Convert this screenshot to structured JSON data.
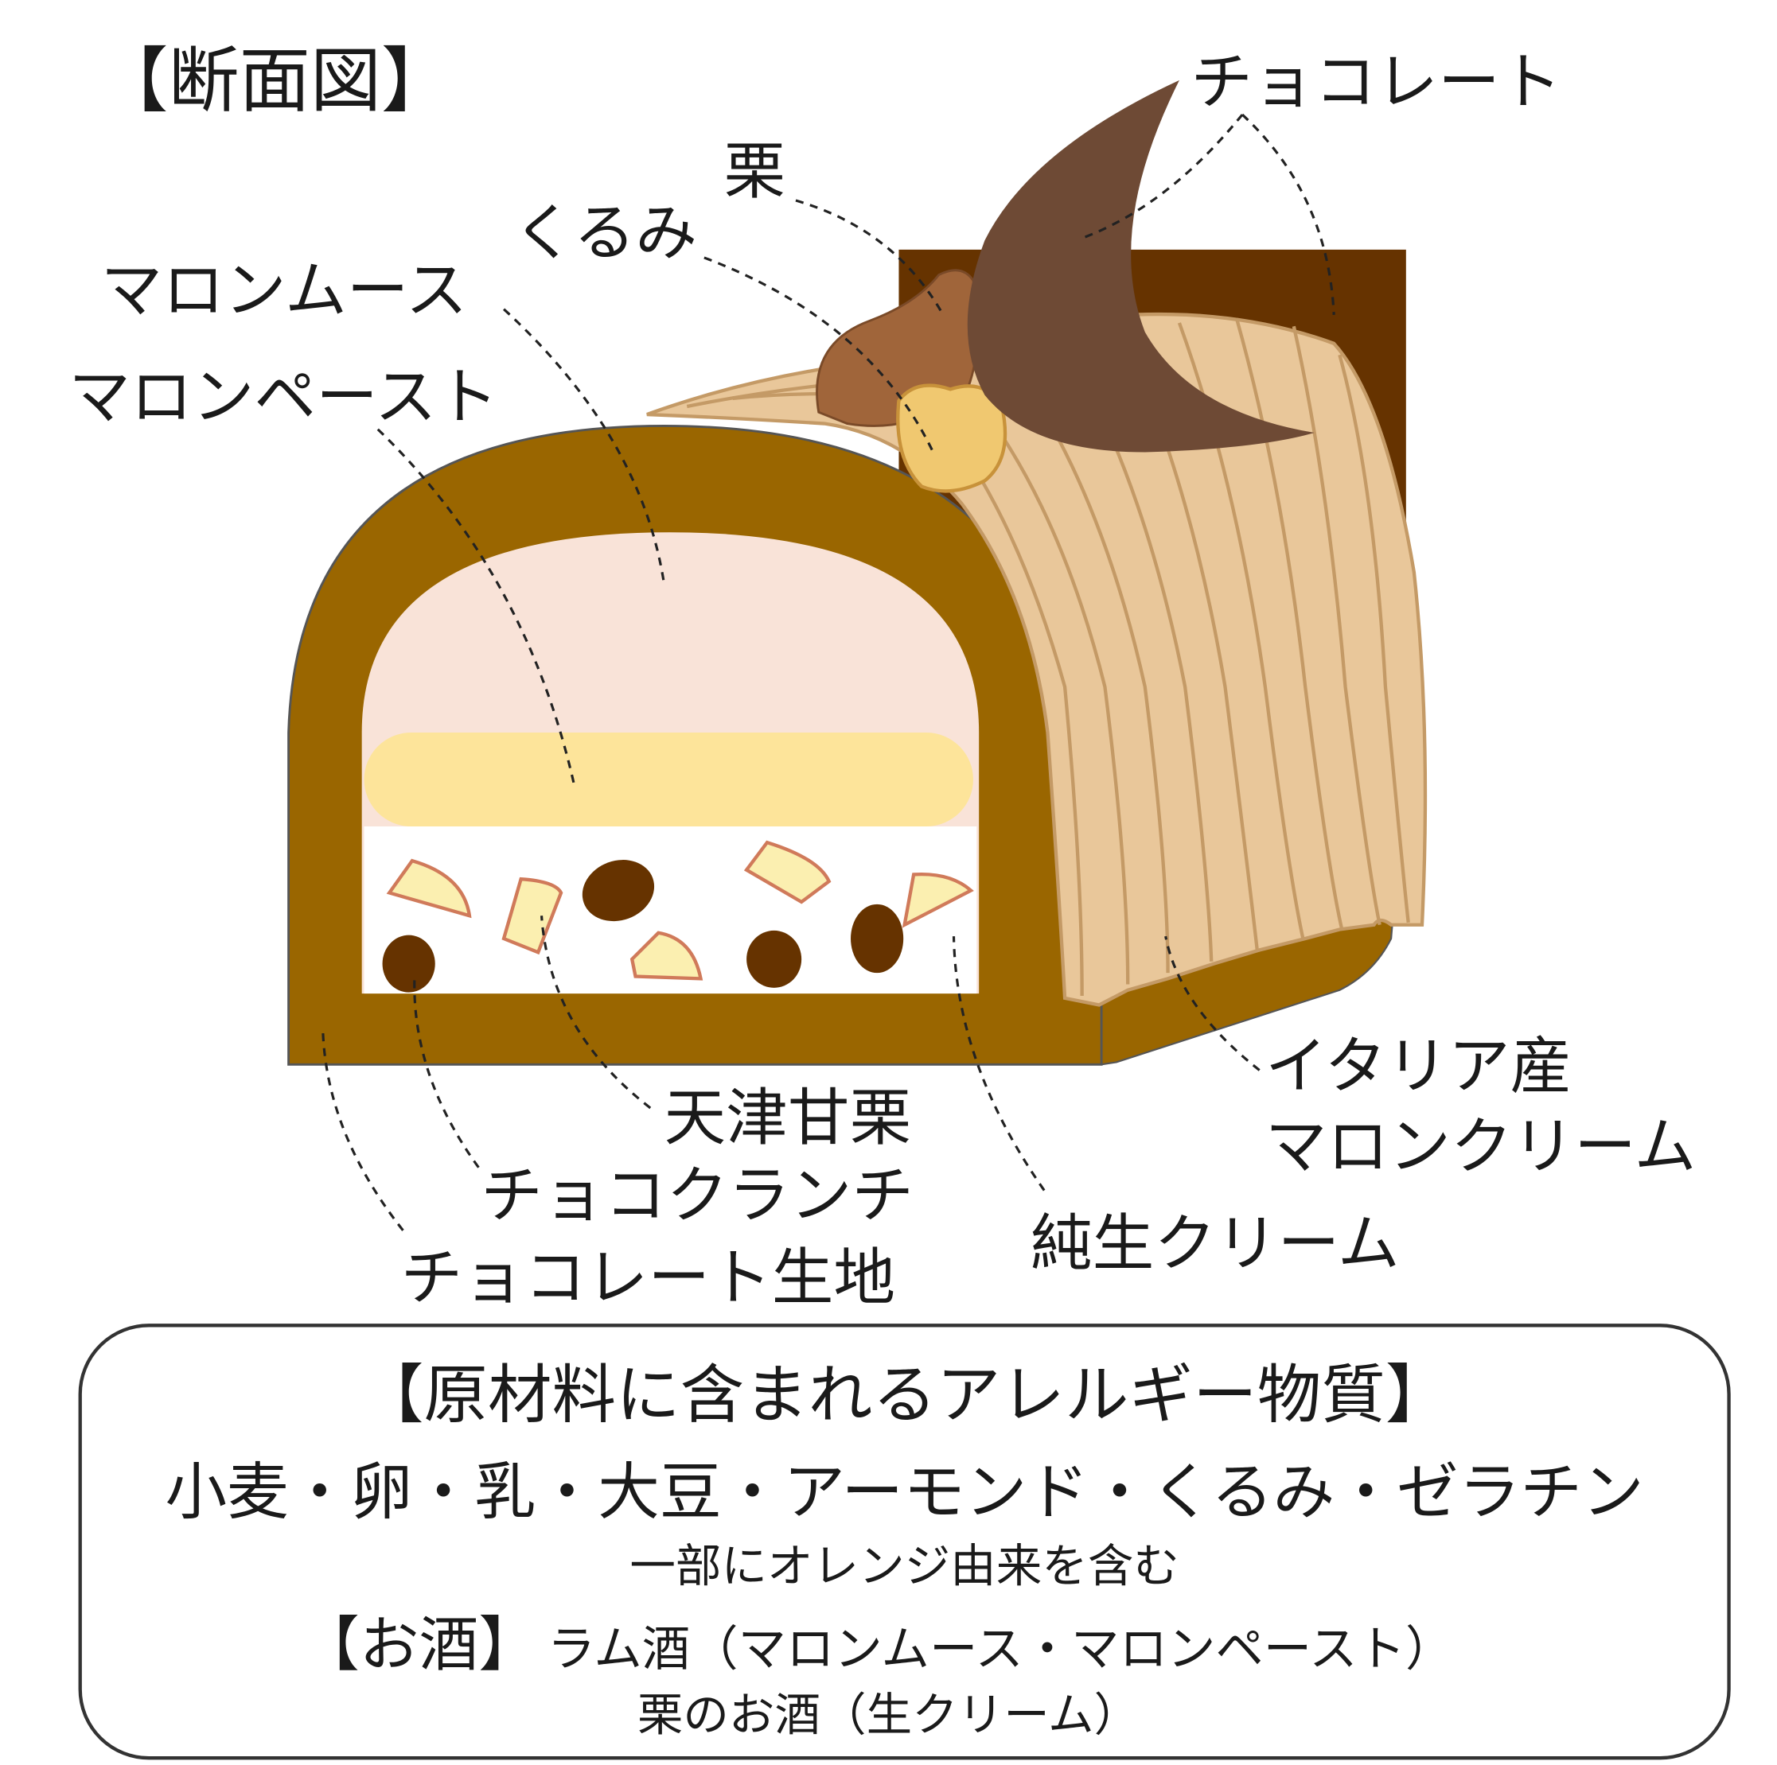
{
  "title": "【断面図】",
  "labels": {
    "chocolate": "チョコレート",
    "chestnut": "栗",
    "walnut": "くるみ",
    "marron_mousse": "マロンムース",
    "marron_paste": "マロンペースト",
    "tianjin_chestnut": "天津甘栗",
    "choco_crunch": "チョコクランチ",
    "choco_sponge": "チョコレート生地",
    "italian_line1": "イタリア産",
    "italian_line2": "マロンクリーム",
    "fresh_cream": "純生クリーム"
  },
  "allergy_box": {
    "heading": "【原材料に含まれるアレルギー物質】",
    "allergens": "小麦・卵・乳・大豆・アーモンド・くるみ・ゼラチン",
    "note": "一部にオレンジ由来を含む",
    "alcohol_heading": "【お酒】",
    "alcohol_line1": "ラム酒（マロンムース・マロンペースト）",
    "alcohol_line2": "栗のお酒（生クリーム）"
  },
  "colors": {
    "sponge": "#9a6600",
    "back_panel": "#663300",
    "mousse": "#f9e3d8",
    "paste": "#fde49a",
    "cream": "#e9c79a",
    "chocolate": "#6e4a35"
  }
}
